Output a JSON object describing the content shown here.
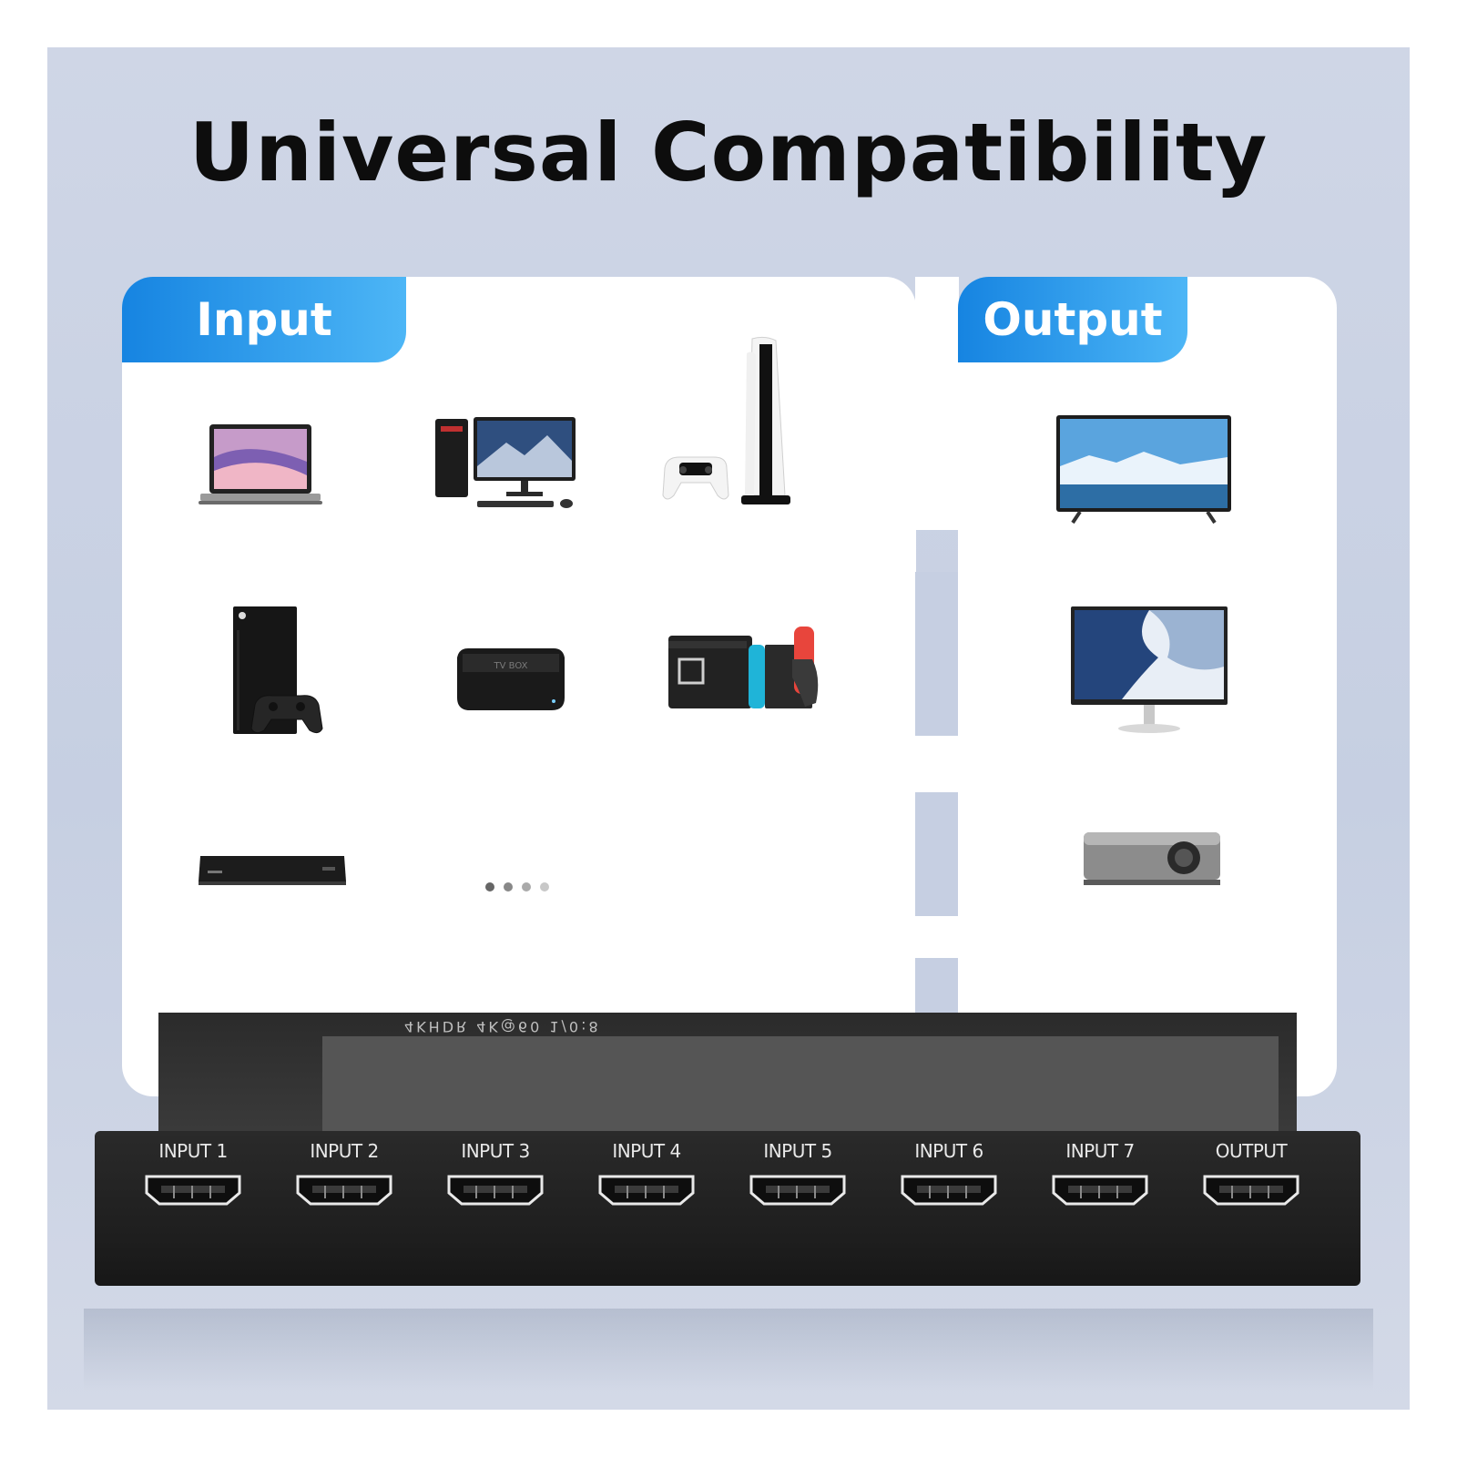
{
  "headline": "Universal Compatibility",
  "input_section": {
    "label": "Input",
    "devices": [
      {
        "name": "laptop",
        "icon": "laptop-icon"
      },
      {
        "name": "desktop-pc",
        "icon": "desktop-pc-icon"
      },
      {
        "name": "game-console",
        "icon": "game-console-icon"
      },
      {
        "name": "xbox",
        "icon": "xbox-icon"
      },
      {
        "name": "tv-box",
        "icon": "tv-box-icon"
      },
      {
        "name": "nintendo-switch",
        "icon": "nintendo-switch-icon"
      },
      {
        "name": "blu-ray-player",
        "icon": "blu-ray-player-icon"
      },
      {
        "name": "more",
        "icon": "ellipsis-icon"
      }
    ],
    "tvbox_text": "TV BOX"
  },
  "output_section": {
    "label": "Output",
    "devices": [
      {
        "name": "tv",
        "icon": "tv-icon"
      },
      {
        "name": "monitor",
        "icon": "monitor-icon"
      },
      {
        "name": "projector",
        "icon": "projector-icon"
      }
    ]
  },
  "switcher": {
    "top_label": "4KHDR 4K@60 1/0:8",
    "ports": [
      {
        "label": "INPUT 1"
      },
      {
        "label": "INPUT 2"
      },
      {
        "label": "INPUT 3"
      },
      {
        "label": "INPUT 4"
      },
      {
        "label": "INPUT 5"
      },
      {
        "label": "INPUT 6"
      },
      {
        "label": "INPUT 7"
      },
      {
        "label": "OUTPUT"
      }
    ]
  },
  "colors": {
    "accent": "#1684e1",
    "accent_light": "#4db6f6",
    "background": "#c6cfe2"
  }
}
